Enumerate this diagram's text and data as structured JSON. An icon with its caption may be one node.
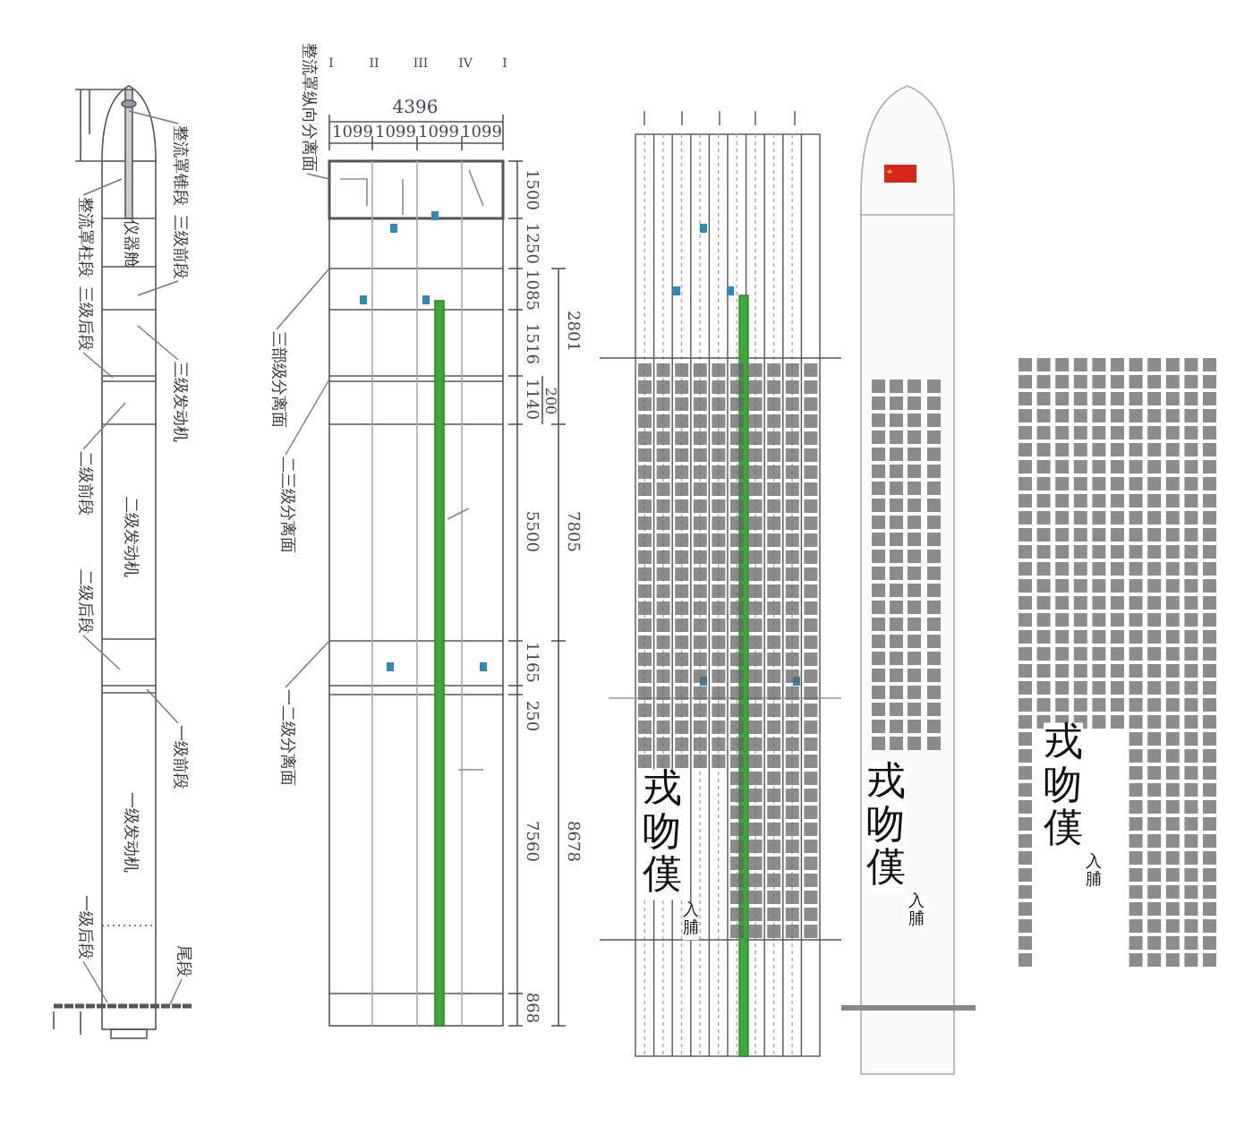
{
  "diagram": {
    "nodes": [
      {
        "text": [
          "整流罩锥段"
        ]
      },
      {
        "text": [
          "整流罩柱段"
        ]
      },
      {
        "text": [
          "三级前段"
        ]
      },
      {
        "text": [
          "三级后段"
        ]
      },
      {
        "text": [
          "三级发动机"
        ]
      },
      {
        "text": [
          "二级前段"
        ]
      },
      {
        "text": [
          "二级后段"
        ]
      },
      {
        "text": [
          "一级前段"
        ]
      },
      {
        "text": [
          "一级后段"
        ]
      },
      {
        "text": [
          "尾段"
        ]
      },
      {
        "text": [
          "整流罩纵向分离面"
        ]
      },
      {
        "text": [
          "三部级分离面"
        ]
      },
      {
        "text": [
          "二三级分离面"
        ]
      },
      {
        "text": [
          "一二级分离面"
        ]
      }
    ],
    "edges": [
      {
        "from": 0,
        "to": null,
        "arrow": "none"
      },
      {
        "from": 1,
        "to": null,
        "arrow": "none"
      },
      {
        "from": 2,
        "to": null,
        "arrow": "none"
      },
      {
        "from": 3,
        "to": null,
        "arrow": "none"
      },
      {
        "from": 4,
        "to": null,
        "arrow": "none"
      },
      {
        "from": 5,
        "to": null,
        "arrow": "none"
      },
      {
        "from": 6,
        "to": null,
        "arrow": "none"
      },
      {
        "from": 7,
        "to": null,
        "arrow": "none"
      },
      {
        "from": 8,
        "to": null,
        "arrow": "none"
      },
      {
        "from": 9,
        "to": null,
        "arrow": "none"
      },
      {
        "from": 10,
        "to": null,
        "arrow": "none"
      },
      {
        "from": 11,
        "to": null,
        "arrow": "none"
      },
      {
        "from": 12,
        "to": null,
        "arrow": "none"
      },
      {
        "from": 13,
        "to": null,
        "arrow": "none"
      }
    ],
    "labels": [
      "仪器舱",
      "二级发动机",
      "一级发动机",
      "I",
      "II",
      "III",
      "IV",
      "I",
      "4396",
      "1099",
      "1099",
      "1099",
      "1099",
      "1500",
      "1250",
      "1085",
      "1516",
      "1140",
      "5500",
      "1165",
      "250",
      "7560",
      "868",
      "2801",
      "200",
      "7805",
      "8678",
      "戎吻傼",
      "入脯",
      "戎吻傼",
      "入脯",
      "戎吻傼",
      "入脯"
    ]
  }
}
